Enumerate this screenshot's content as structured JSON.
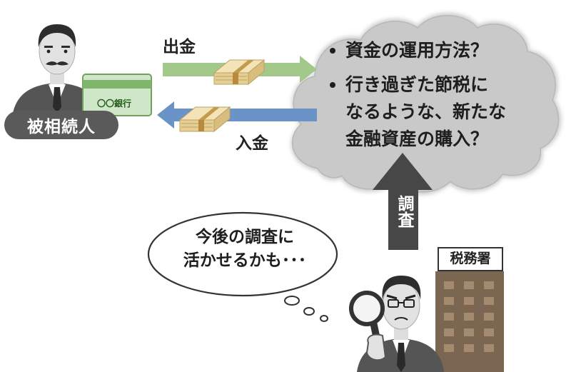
{
  "labels": {
    "withdrawal": "出金",
    "deposit": "入金",
    "deceased": "被相続人",
    "bank_card": "〇〇銀行",
    "investigation": "調査",
    "tax_office": "税務署"
  },
  "cloud": {
    "bullets": [
      {
        "lines": [
          "資金の運用方法？"
        ]
      },
      {
        "lines": [
          "行き過ぎた節税に",
          "なるような、新たな",
          "金融資産の購入？"
        ]
      }
    ]
  },
  "speech_bubble": {
    "lines": [
      "今後の調査に",
      "活かせるかも･･･"
    ]
  },
  "colors": {
    "green_arrow": "#a2c98a",
    "blue_arrow": "#6a93c8",
    "cloud": "#c7c7c7",
    "up_arrow": "#474747",
    "building": "#7b6652",
    "money": "#e8d4a0"
  }
}
